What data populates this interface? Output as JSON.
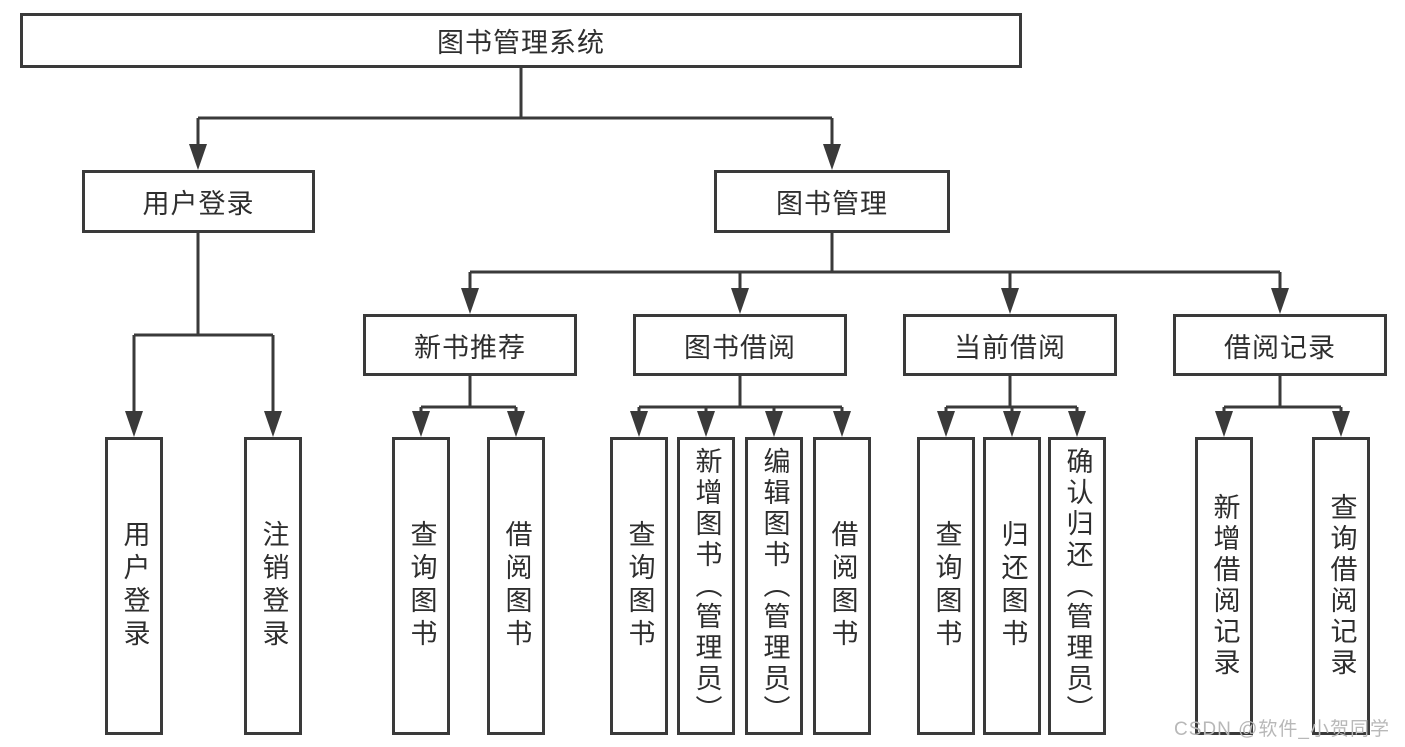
{
  "diagram": {
    "root": {
      "label": "图书管理系统"
    },
    "level2": [
      {
        "label": "用户登录"
      },
      {
        "label": "图书管理"
      }
    ],
    "level3": [
      {
        "label": "新书推荐"
      },
      {
        "label": "图书借阅"
      },
      {
        "label": "当前借阅"
      },
      {
        "label": "借阅记录"
      }
    ],
    "level4": [
      {
        "label": "用户登录"
      },
      {
        "label": "注销登录"
      },
      {
        "label": "查询图书"
      },
      {
        "label": "借阅图书"
      },
      {
        "label": "查询图书"
      },
      {
        "label": "新增图书（管理员）"
      },
      {
        "label": "编辑图书（管理员）"
      },
      {
        "label": "借阅图书"
      },
      {
        "label": "查询图书"
      },
      {
        "label": "归还图书"
      },
      {
        "label": "确认归还（管理员）"
      },
      {
        "label": "新增借阅记录"
      },
      {
        "label": "查询借阅记录"
      }
    ]
  },
  "watermark": {
    "text": "CSDN @软件_小贺同学"
  },
  "colors": {
    "line": "#3a3a3a",
    "text": "#2e2e2e",
    "watermark": "#b8b8b8",
    "background": "#ffffff"
  }
}
